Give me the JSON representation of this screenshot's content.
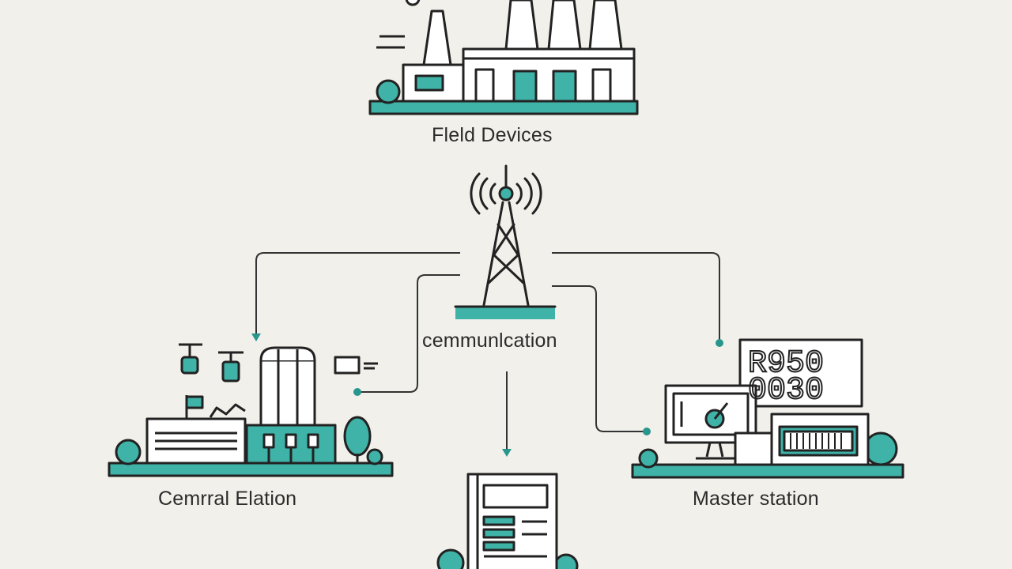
{
  "diagram": {
    "labels": {
      "field_devices": "Fleld Devices",
      "communication": "cemmunlcation",
      "central_station": "Cemrral Elation",
      "master_station": "Master station"
    },
    "display_glyphs": {
      "row1": "R950",
      "row2": "0030"
    }
  },
  "colors": {
    "background": "#f1f0ea",
    "line": "#222222",
    "accent": "#3fb3a8",
    "accent_dark": "#27968d",
    "white": "#ffffff"
  },
  "icons": {
    "field_devices": "factory-icon",
    "communication": "radio-tower-icon",
    "central_station": "industrial-plant-icon",
    "master_station": "control-room-computers-icon",
    "server": "server-rack-icon"
  }
}
